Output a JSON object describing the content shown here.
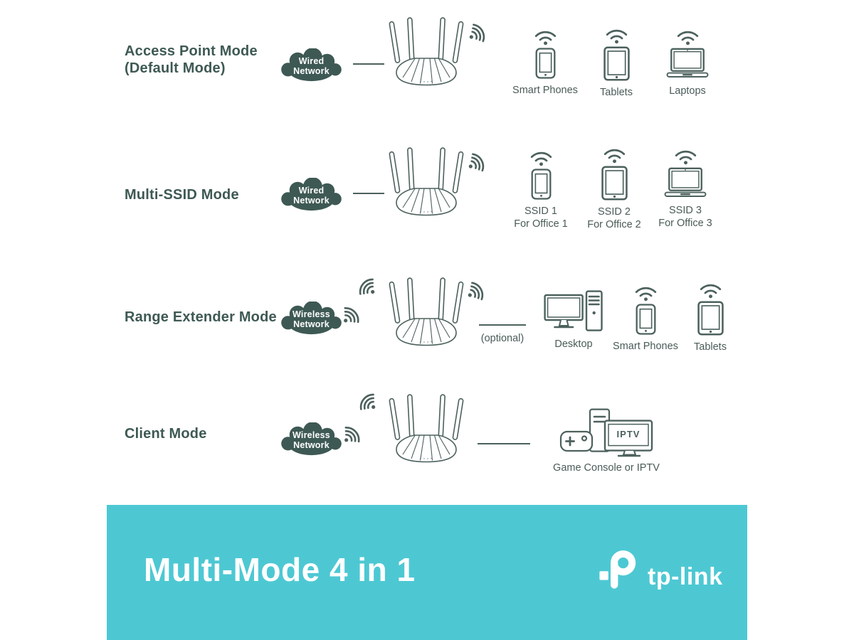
{
  "colors": {
    "slate": "#3E5954",
    "icon_stroke": "#4C615D",
    "banner_bg": "#4DC8D3",
    "text_on_banner": "#FFFFFF"
  },
  "rows": [
    {
      "title_line1": "Access Point Mode",
      "title_line2": "(Default Mode)",
      "cloud_line1": "Wired",
      "cloud_line2": "Network",
      "devices": [
        {
          "label": "Smart Phones"
        },
        {
          "label": "Tablets"
        },
        {
          "label": "Laptops"
        }
      ]
    },
    {
      "title_line1": "Multi-SSID Mode",
      "cloud_line1": "Wired",
      "cloud_line2": "Network",
      "devices": [
        {
          "label_line1": "SSID 1",
          "label_line2": "For Office 1"
        },
        {
          "label_line1": "SSID 2",
          "label_line2": "For Office 2"
        },
        {
          "label_line1": "SSID 3",
          "label_line2": "For Office 3"
        }
      ]
    },
    {
      "title_line1": "Range Extender Mode",
      "cloud_line1": "Wireless",
      "cloud_line2": "Network",
      "optional_label": "(optional)",
      "devices": [
        {
          "label": "Desktop"
        },
        {
          "label": "Smart Phones"
        },
        {
          "label": "Tablets"
        }
      ]
    },
    {
      "title_line1": "Client Mode",
      "cloud_line1": "Wireless",
      "cloud_line2": "Network",
      "iptv_label": "IPTV",
      "device_label": "Game Console or IPTV"
    }
  ],
  "banner": {
    "title": "Multi-Mode 4 in 1",
    "brand": "tp-link"
  }
}
